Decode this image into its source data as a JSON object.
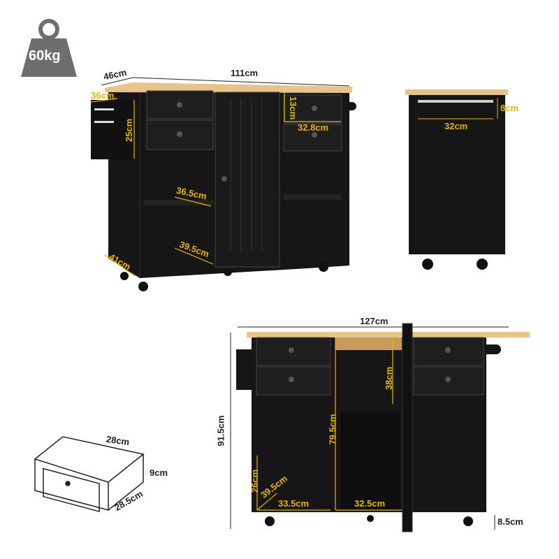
{
  "weight": {
    "label": "60kg",
    "icon": "weight-icon"
  },
  "view_perspective": {
    "depth_top": "46cm",
    "width_top": "111cm",
    "rack_width": "36cm",
    "rack_height": "25cm",
    "drawer_height": "13cm",
    "drawer_width": "32.8cm",
    "shelf_depth": "36.5cm",
    "bottom_depth": "39.5cm",
    "side_depth": "41cm"
  },
  "view_side": {
    "bar_height": "8cm",
    "bar_width": "32cm"
  },
  "drawer": {
    "width": "28cm",
    "height": "9cm",
    "depth": "28.5cm"
  },
  "view_front": {
    "total_width": "127cm",
    "total_height": "91.5cm",
    "upper_compartment": "38cm",
    "inner_height": "79.5cm",
    "shelf_height": "26cm",
    "shelf_depth": "39.5cm",
    "left_width": "33.5cm",
    "center_width": "32.5cm",
    "wheel_height": "8.5cm"
  },
  "colors": {
    "body": "#161616",
    "wood": "#e7c48a",
    "dimension": "#e8b400",
    "weight_icon": "#6e6e6e"
  }
}
